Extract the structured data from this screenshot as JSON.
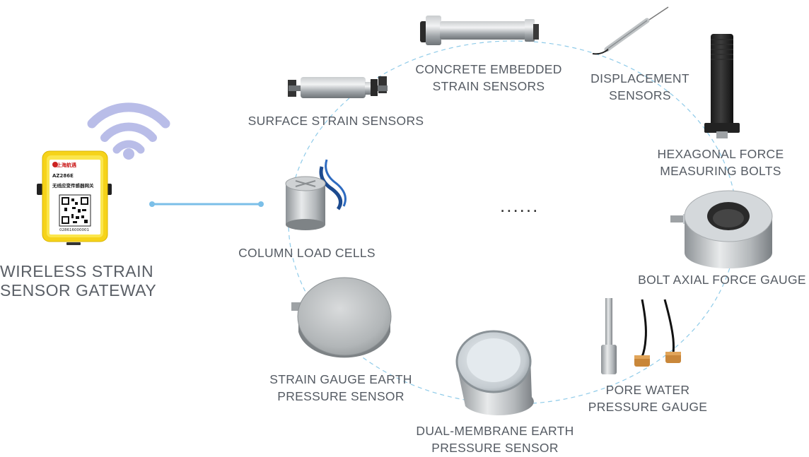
{
  "gateway": {
    "title_line1": "WIRELESS STRAIN",
    "title_line2": "SENSOR GATEWAY",
    "device_brand": "上海航遇",
    "device_model": "AZ286E",
    "device_desc": "无线应变传感器网关",
    "device_serial": "028616000001"
  },
  "sensors": [
    {
      "line1": "SURFACE STRAIN SENSORS",
      "line2": ""
    },
    {
      "line1": "CONCRETE EMBEDDED",
      "line2": "STRAIN SENSORS"
    },
    {
      "line1": "DISPLACEMENT",
      "line2": "SENSORS"
    },
    {
      "line1": "HEXAGONAL FORCE",
      "line2": "MEASURING BOLTS"
    },
    {
      "line1": "BOLT AXIAL FORCE GAUGE",
      "line2": ""
    },
    {
      "line1": "PORE WATER",
      "line2": "PRESSURE GAUGE"
    },
    {
      "line1": "DUAL-MEMBRANE EARTH",
      "line2": "PRESSURE SENSOR"
    },
    {
      "line1": "STRAIN GAUGE EARTH",
      "line2": "PRESSURE SENSOR"
    },
    {
      "line1": "COLUMN LOAD CELLS",
      "line2": ""
    }
  ],
  "ellipsis": "......",
  "colors": {
    "wifi": "#b9bde8",
    "link_line": "#7bbfe8",
    "ring_dash": "#8fcbe9",
    "gateway_body": "#f6d31a",
    "label": "#555b63"
  }
}
